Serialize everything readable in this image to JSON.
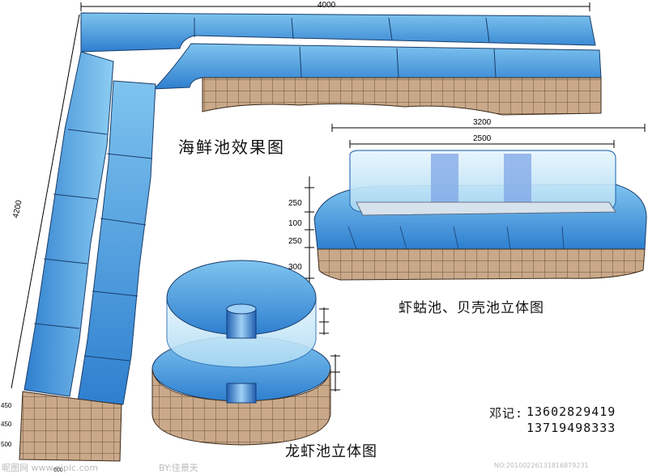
{
  "labels": {
    "main_title": "海鲜池效果图",
    "shrimp_title": "虾蛄池、贝壳池立体图",
    "lobster_title": "龙虾池立体图"
  },
  "dimensions": {
    "top_width": "4000",
    "side_length": "4200",
    "shrimp_overall": "3200",
    "shrimp_inner": "2500",
    "tier_heights": [
      "250",
      "100",
      "250",
      "300"
    ],
    "base_heights": [
      "450",
      "450",
      "500"
    ],
    "base_bottom": "600"
  },
  "contact": {
    "name_label": "邓记:",
    "phone_1": "13602829419",
    "phone_2": "13719498333"
  },
  "watermark": {
    "left": "昵图网 www.nipic.com",
    "middle": "BY:佳景天",
    "right": "NO:20100226131816879231"
  },
  "colors": {
    "water": "#5fb0e6",
    "water_dark": "#2e7fcf",
    "glass": "#bfe3f6",
    "tile": "#c9a98a",
    "tile_line": "#6b4e35"
  }
}
